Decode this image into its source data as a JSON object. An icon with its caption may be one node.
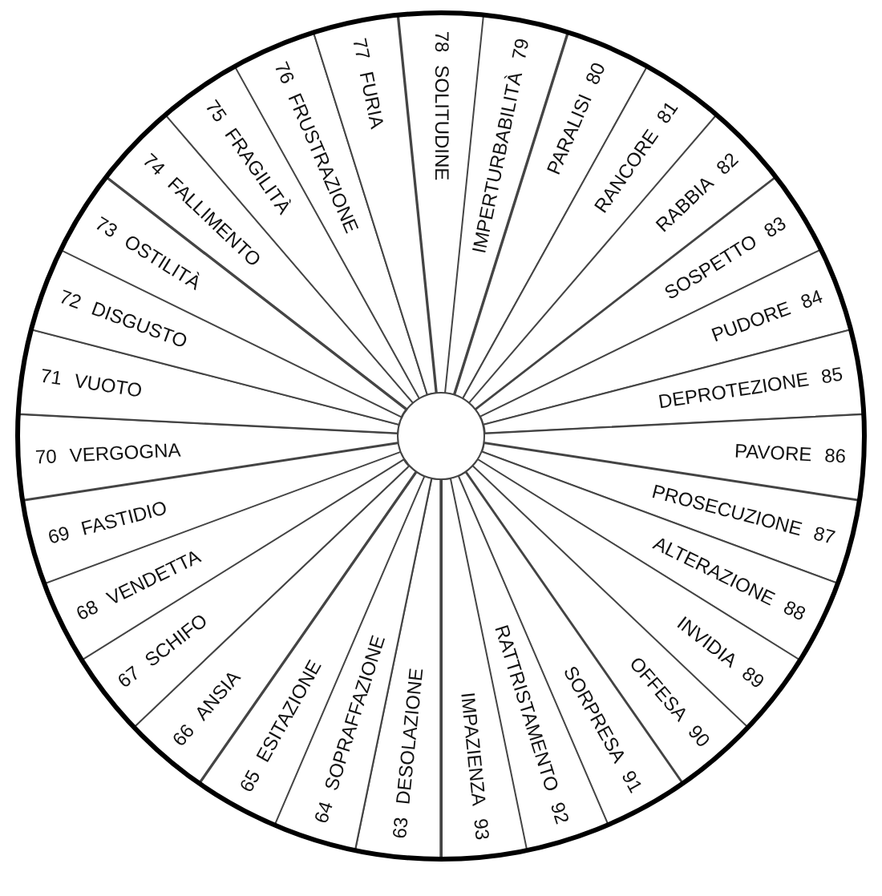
{
  "diagram": {
    "nodes": [
      {
        "text": [
          "78",
          "SOLITUDINE"
        ]
      },
      {
        "text": [
          "IMPERTURBABILITÀ",
          "79"
        ]
      },
      {
        "text": [
          "PARALISI",
          "80"
        ]
      },
      {
        "text": [
          "RANCORE",
          "81"
        ]
      },
      {
        "text": [
          "RABBIA",
          "82"
        ]
      },
      {
        "text": [
          "SOSPETTO",
          "83"
        ]
      },
      {
        "text": [
          "PUDORE",
          "84"
        ]
      },
      {
        "text": [
          "DEPROTEZIONE",
          "85"
        ]
      },
      {
        "text": [
          "PAVORE",
          "86"
        ]
      },
      {
        "text": [
          "PROSECUZIONE",
          "87"
        ]
      },
      {
        "text": [
          "ALTERAZIONE",
          "88"
        ]
      },
      {
        "text": [
          "INVIDIA",
          "89"
        ]
      },
      {
        "text": [
          "OFFESA",
          "90"
        ]
      },
      {
        "text": [
          "SORPRESA",
          "91"
        ]
      },
      {
        "text": [
          "RATTRISTAMENTO",
          "92"
        ]
      },
      {
        "text": [
          "IMPAZIENZA",
          "93"
        ]
      },
      {
        "text": [
          "63",
          "DESOLAZIONE"
        ]
      },
      {
        "text": [
          "64",
          "SOPRAFFAZIONE"
        ]
      },
      {
        "text": [
          "65",
          "ESITAZIONE"
        ]
      },
      {
        "text": [
          "66",
          "ANSIA"
        ]
      },
      {
        "text": [
          "67",
          "SCHIFO"
        ]
      },
      {
        "text": [
          "68",
          "VENDETTA"
        ]
      },
      {
        "text": [
          "69",
          "FASTIDIO"
        ]
      },
      {
        "text": [
          "70",
          "VERGOGNA"
        ]
      },
      {
        "text": [
          "71",
          "VUOTO"
        ]
      },
      {
        "text": [
          "72",
          "DISGUSTO"
        ]
      },
      {
        "text": [
          "73",
          "OSTILITÀ"
        ]
      },
      {
        "text": [
          "74",
          "FALLIMENTO"
        ]
      },
      {
        "text": [
          "75",
          "FRAGILITÀ"
        ]
      },
      {
        "text": [
          "76",
          "FRUSTRAZIONE"
        ]
      },
      {
        "text": [
          "77",
          "FURIA"
        ]
      }
    ]
  }
}
